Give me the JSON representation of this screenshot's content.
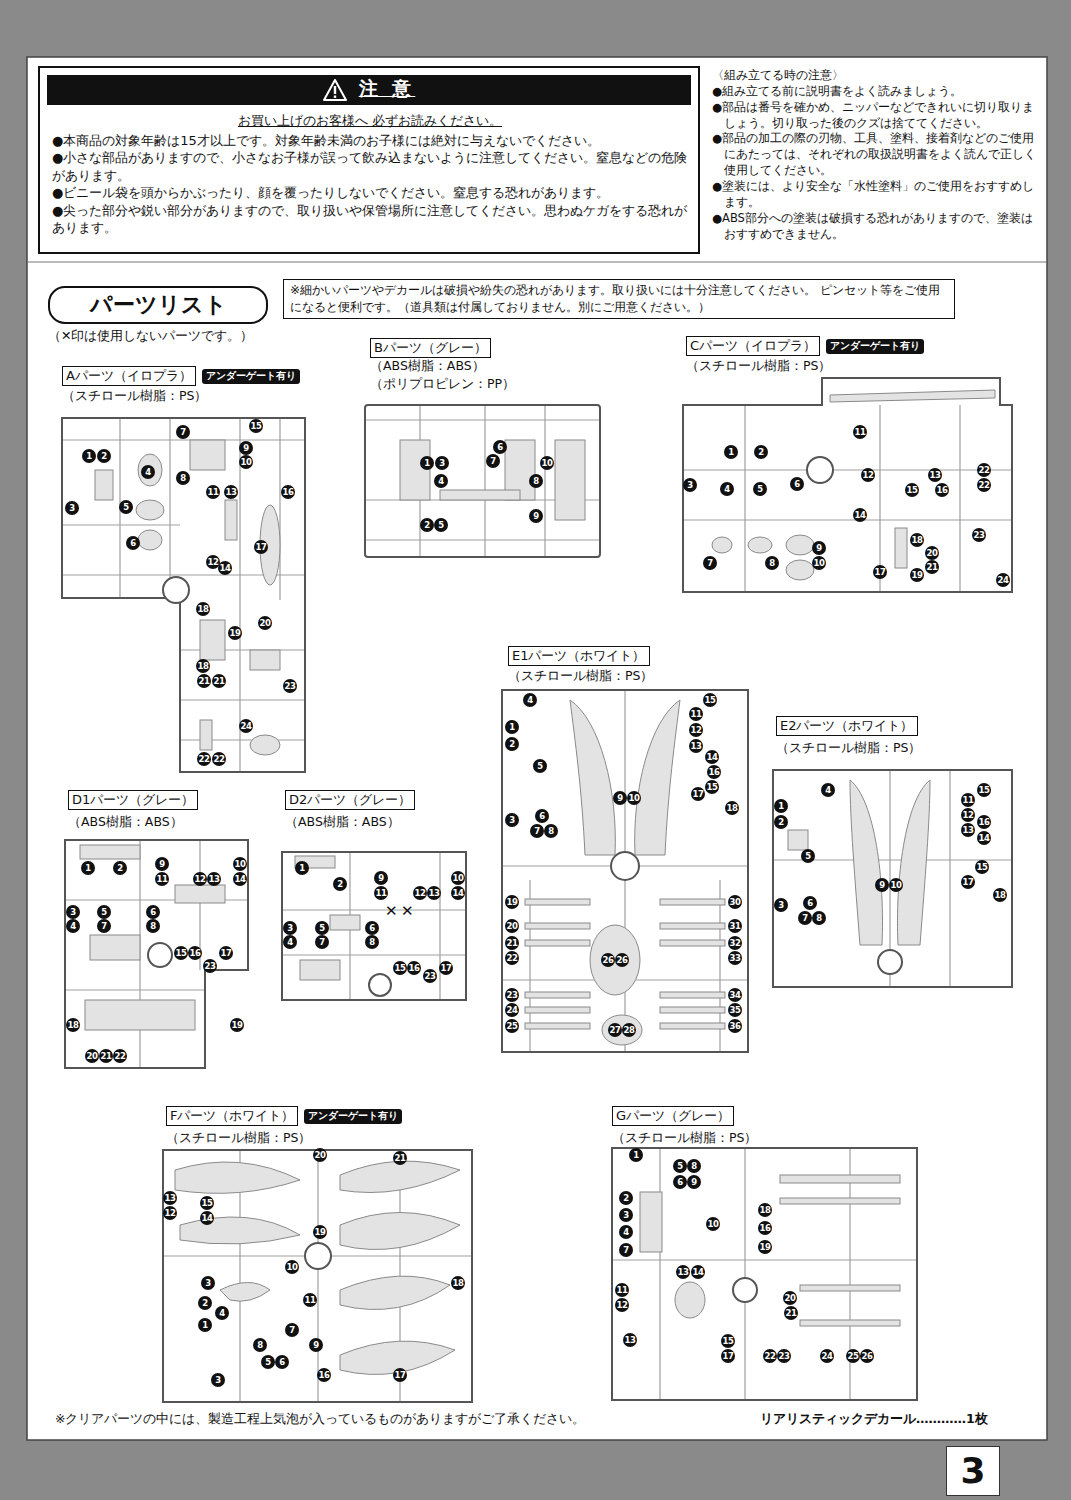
{
  "diagram": {
    "nodes": [
      {
        "text": [
          "お買い上げのお客様へ 必ずお読みください。",
          "●本商品の対象年齢は15才以上です。対象年齢未満のお子様には絶対に与えないでください。",
          "●小さな部品がありますので、小さなお子様が誤って飲み込まないように注意してください。窒息などの危険があります。",
          "●ビニール袋を頭からかぶったり、顔を覆ったりしないでください。窒息する恐れがあります。",
          "●尖った部分や鋭い部分がありますので、取り扱いや保管場所に注意してください。思わぬケガをする恐れがあります。"
        ]
      },
      {
        "text": [
          "注 意"
        ],
        "in": 0
      },
      {
        "text": [
          "パーツリスト"
        ]
      },
      {
        "text": [
          "※細かいパーツやデカールは破損や紛失の恐れがあります。取り扱いには十分注意してください。 ピンセット等をご使用になると便利です。（道具類は付属しておりません。別にご用意ください。）"
        ]
      },
      {
        "text": [
          "Aパーツ（イロプラ）"
        ]
      },
      {
        "text": [
          "アンダーゲート有り"
        ]
      },
      {
        "text": [
          "Bパーツ（グレー）"
        ]
      },
      {
        "text": [
          "Cパーツ（イロプラ）"
        ]
      },
      {
        "text": [
          "アンダーゲート有り"
        ]
      },
      {
        "text": [
          "E1パーツ（ホワイト）"
        ]
      },
      {
        "text": [
          "E2パーツ（ホワイト）"
        ]
      },
      {
        "text": [
          "D1パーツ（グレー）"
        ]
      },
      {
        "text": [
          "D2パーツ（グレー）"
        ]
      },
      {
        "text": [
          "Fパーツ（ホワイト）"
        ]
      },
      {
        "text": [
          "アンダーゲート有り"
        ]
      },
      {
        "text": [
          "Gパーツ（グレー）"
        ]
      },
      {
        "text": [
          "3"
        ]
      }
    ],
    "labels": [
      "〈組み立てる時の注意〉",
      "●組み立てる前に説明書をよく読みましょう。",
      "●部品は番号を確かめ、ニッパーなどできれいに切り取りましょう。切り取った後のクズは捨ててください。",
      "●部品の加工の際の刃物、工具、塗料、接着剤などのご使用にあたっては、それぞれの取扱説明書をよく読んで正しく使用してください。",
      "●塗装には、より安全な「水性塗料」のご使用をおすすめします。",
      "●ABS部分への塗装は破損する恐れがありますので、塗装はおすすめできません。",
      "（✕印は使用しないパーツです。）",
      "（スチロール樹脂：PS）",
      "1",
      "2",
      "3",
      "4",
      "5",
      "6",
      "7",
      "8",
      "9",
      "10",
      "11",
      "12",
      "13",
      "14",
      "15",
      "16",
      "17",
      "18",
      "19",
      "20",
      "18",
      "21",
      "21",
      "23",
      "24",
      "22",
      "22",
      "（ABS樹脂：ABS）",
      "（ポリプロピレン：PP）",
      "1",
      "3",
      "4",
      "2",
      "5",
      "6",
      "7",
      "8",
      "9",
      "10",
      "（スチロール樹脂：PS）",
      "11",
      "1",
      "2",
      "3",
      "4",
      "5",
      "6",
      "7",
      "8",
      "9",
      "10",
      "12",
      "13",
      "14",
      "15",
      "16",
      "17",
      "18",
      "19",
      "20",
      "21",
      "22",
      "22",
      "23",
      "24",
      "（スチロール樹脂：PS）",
      "4",
      "1",
      "2",
      "5",
      "3",
      "6",
      "7",
      "8",
      "9",
      "10",
      "15",
      "11",
      "12",
      "13",
      "14",
      "15",
      "16",
      "17",
      "18",
      "19",
      "20",
      "21",
      "22",
      "23",
      "24",
      "25",
      "26",
      "26",
      "27",
      "28",
      "30",
      "31",
      "32",
      "33",
      "34",
      "35",
      "36",
      "（スチロール樹脂：PS）",
      "4",
      "1",
      "2",
      "5",
      "3",
      "6",
      "7",
      "8",
      "9",
      "10",
      "15",
      "11",
      "12",
      "13",
      "14",
      "16",
      "15",
      "17",
      "18",
      "（ABS樹脂：ABS）",
      "1",
      "2",
      "9",
      "10",
      "11",
      "12",
      "13",
      "14",
      "3",
      "4",
      "5",
      "6",
      "7",
      "8",
      "15",
      "16",
      "23",
      "17",
      "18",
      "19",
      "20",
      "21",
      "22",
      "（ABS樹脂：ABS）",
      "1",
      "2",
      "9",
      "10",
      "11",
      "12",
      "13",
      "14",
      "3",
      "4",
      "5",
      "7",
      "6",
      "8",
      "15",
      "16",
      "23",
      "17",
      "✕",
      "✕",
      "（スチロール樹脂：PS）",
      "20",
      "21",
      "13",
      "12",
      "15",
      "14",
      "19",
      "3",
      "2",
      "1",
      "4",
      "10",
      "11",
      "7",
      "8",
      "9",
      "5",
      "6",
      "3",
      "16",
      "17",
      "18",
      "（スチロール樹脂：PS）",
      "1",
      "2",
      "3",
      "4",
      "7",
      "5",
      "6",
      "8",
      "9",
      "10",
      "11",
      "12",
      "13",
      "14",
      "18",
      "16",
      "19",
      "20",
      "21",
      "13",
      "15",
      "17",
      "22",
      "23",
      "24",
      "25",
      "26",
      "※クリアパーツの中には、製造工程上気泡が入っているものがありますがご了承ください。",
      "リアリスティックデカール…………1枚"
    ]
  }
}
